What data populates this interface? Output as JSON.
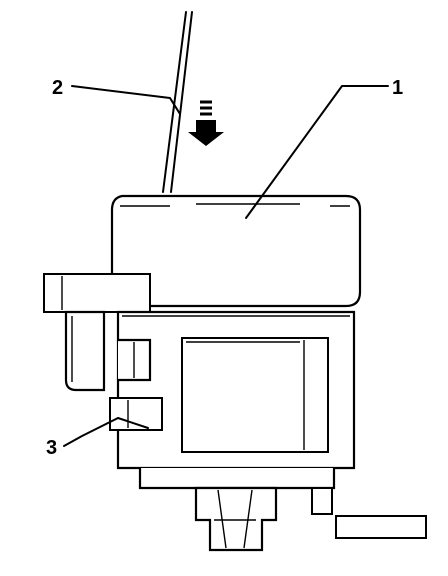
{
  "callouts": {
    "one": "1",
    "two": "2",
    "three": "3"
  },
  "colors": {
    "line": "#000000",
    "background": "#ffffff"
  },
  "icons": {
    "press_arrow": "down-arrow-icon"
  }
}
